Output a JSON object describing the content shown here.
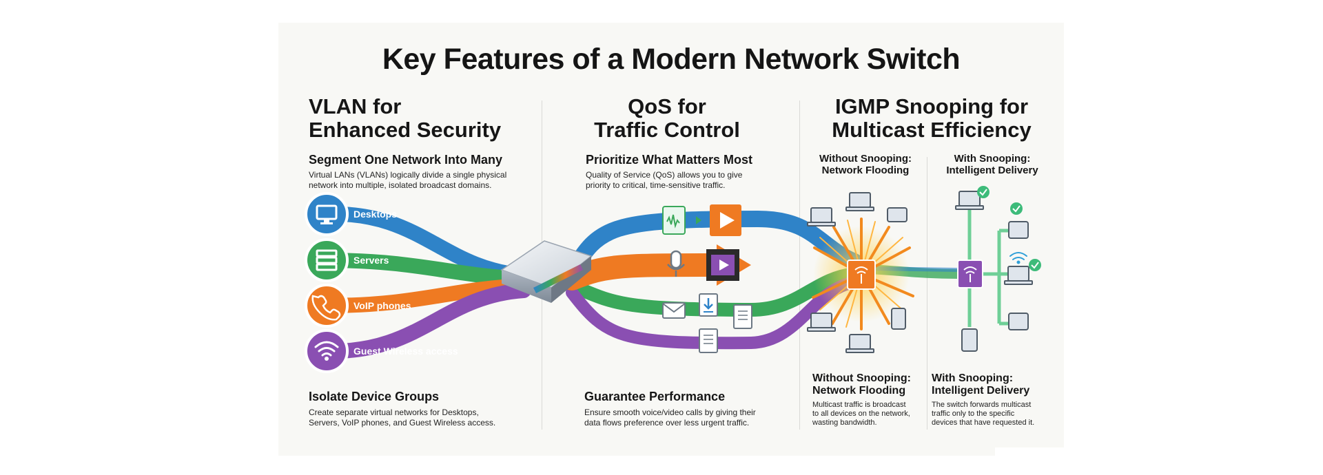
{
  "title": "Key Features of a Modern Network Switch",
  "vlan": {
    "heading_line1": "VLAN for",
    "heading_line2": "Enhanced Security",
    "sub_heading": "Segment One Network Into Many",
    "description_line1": "Virtual LANs (VLANs) logically divide a single physical",
    "description_line2": "network into multiple, isolated broadcast domains.",
    "devices": [
      {
        "label": "Desktops",
        "icon": "desktop-monitor-icon",
        "color": "#2f83c8"
      },
      {
        "label": "Servers",
        "icon": "server-rack-icon",
        "color": "#3aa85a"
      },
      {
        "label": "VoIP phones",
        "icon": "phone-handset-icon",
        "color": "#ef7a22"
      },
      {
        "label": "Guest Wireless access",
        "icon": "wifi-icon",
        "color": "#8a4fb2"
      }
    ],
    "bottom_heading": "Isolate Device Groups",
    "bottom_line1": "Create separate virtual networks for Desktops,",
    "bottom_line2": "Servers, VoIP phones, and Guest Wireless access."
  },
  "qos": {
    "heading_line1": "QoS for",
    "heading_line2": "Traffic Control",
    "sub_heading": "Prioritize What Matters Most",
    "description_line1": "Quality of Service (QoS) allows you to give",
    "description_line2": "priority to critical, time-sensitive traffic.",
    "bottom_heading": "Guarantee Performance",
    "bottom_line1": "Ensure smooth voice/video calls by giving their",
    "bottom_line2": "data flows preference over less urgent traffic.",
    "traffic_icons": [
      "audio-file-icon",
      "video-play-icon",
      "microphone-icon",
      "film-strip-icon",
      "email-icon",
      "download-file-icon",
      "document-icon",
      "document-icon"
    ]
  },
  "igmp": {
    "heading_line1": "IGMP Snooping for",
    "heading_line2": "Multicast Efficiency",
    "left_top_line1": "Without Snooping:",
    "left_top_line2": "Network Flooding",
    "right_top_line1": "With Snooping:",
    "right_top_line2": "Intelligent Delivery",
    "left_bottom_heading_line1": "Without Snooping:",
    "left_bottom_heading_line2": "Network Flooding",
    "left_bottom_line1": "Multicast traffic is broadcast",
    "left_bottom_line2": "to all devices on the network,",
    "left_bottom_line3": "wasting bandwidth.",
    "right_bottom_heading_line1": "With Snooping:",
    "right_bottom_heading_line2": "Intelligent Delivery",
    "right_bottom_line1": "The switch forwards multicast",
    "right_bottom_line2": "traffic only to the specific",
    "right_bottom_line3": "devices that have requested it."
  },
  "colors": {
    "blue": "#2f83c8",
    "green": "#3aa85a",
    "orange": "#ef7a22",
    "purple": "#8a4fb2",
    "flood_orange": "#f28a1e",
    "check_green": "#3dbb7a"
  }
}
